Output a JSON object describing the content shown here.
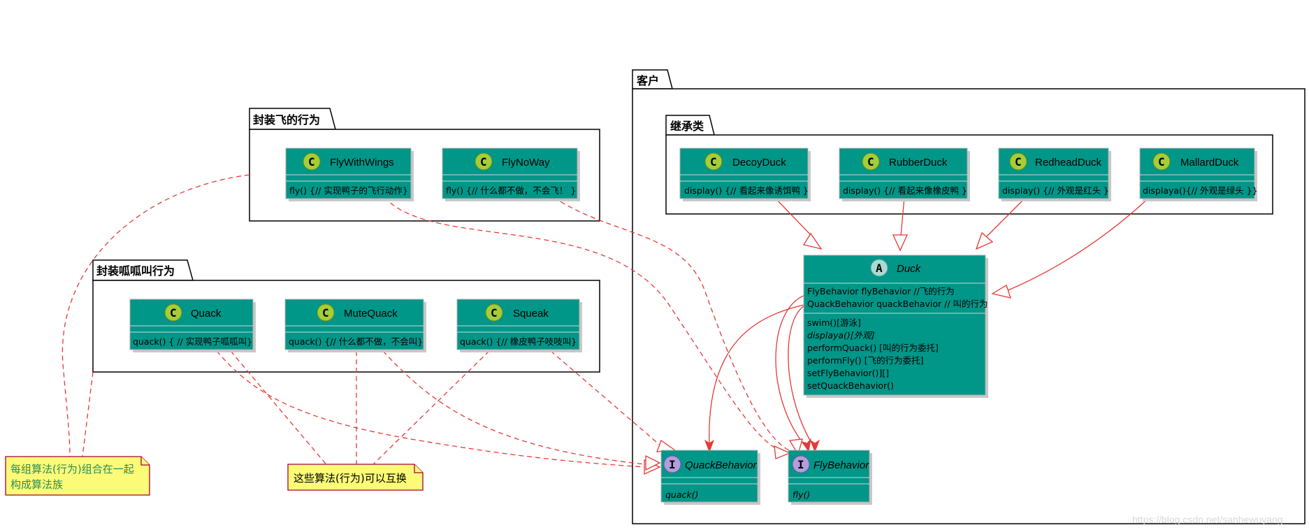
{
  "packages": {
    "client": "客户",
    "inherit": "继承类",
    "fly": "封装飞的行为",
    "quack": "封装呱呱叫行为"
  },
  "classes": {
    "decoy": {
      "stereotype": "C",
      "name": "DecoyDuck",
      "method": "display() {// 看起来像诱饵鸭 }"
    },
    "rubber": {
      "stereotype": "C",
      "name": "RubberDuck",
      "method": "display() {// 看起来像橡皮鸭 }"
    },
    "redhead": {
      "stereotype": "C",
      "name": "RedheadDuck",
      "method": "display() {// 外观是红头 }"
    },
    "mallard": {
      "stereotype": "C",
      "name": "MallardDuck",
      "method": "displaya(){// 外观是绿头 }}"
    },
    "fly_with_wings": {
      "stereotype": "C",
      "name": "FlyWithWings",
      "method": "fly() {// 实现鸭子的飞行动作}"
    },
    "fly_no_way": {
      "stereotype": "C",
      "name": "FlyNoWay",
      "method": "fly() {// 什么都不做，不会飞！ }"
    },
    "quack": {
      "stereotype": "C",
      "name": "Quack",
      "method": "quack() { // 实现鸭子呱呱叫}"
    },
    "mute_quack": {
      "stereotype": "C",
      "name": "MuteQuack",
      "method": "quack() {// 什么都不做，不会叫}"
    },
    "squeak": {
      "stereotype": "C",
      "name": "Squeak",
      "method": "quack() {// 橡皮鸭子吱吱叫}"
    },
    "duck": {
      "stereotype": "A",
      "name": "Duck",
      "fields": [
        "FlyBehavior flyBehavior //飞的行为",
        "QuackBehavior quackBehavior // 叫的行为"
      ],
      "methods": [
        "swim()[游泳]",
        "displaya()[外观]",
        "performQuack() [叫的行为委托]",
        "performFly() [飞的行为委托]",
        "setFlyBehavior()][]",
        "setQuackBehavior()"
      ]
    },
    "quack_behavior": {
      "stereotype": "I",
      "name": "QuackBehavior",
      "method": "quack()"
    },
    "fly_behavior": {
      "stereotype": "I",
      "name": "FlyBehavior",
      "method": "fly()"
    }
  },
  "notes": {
    "family": [
      "每组算法(行为)组合在一起",
      "构成算法族"
    ],
    "swap": "这些算法(行为)可以互换"
  },
  "watermark": "https://blog.csdn.net/sanhewuyang",
  "colors": {
    "class_fill": "#009688",
    "relation": "#e53935",
    "note_fill": "#fbfb77"
  }
}
